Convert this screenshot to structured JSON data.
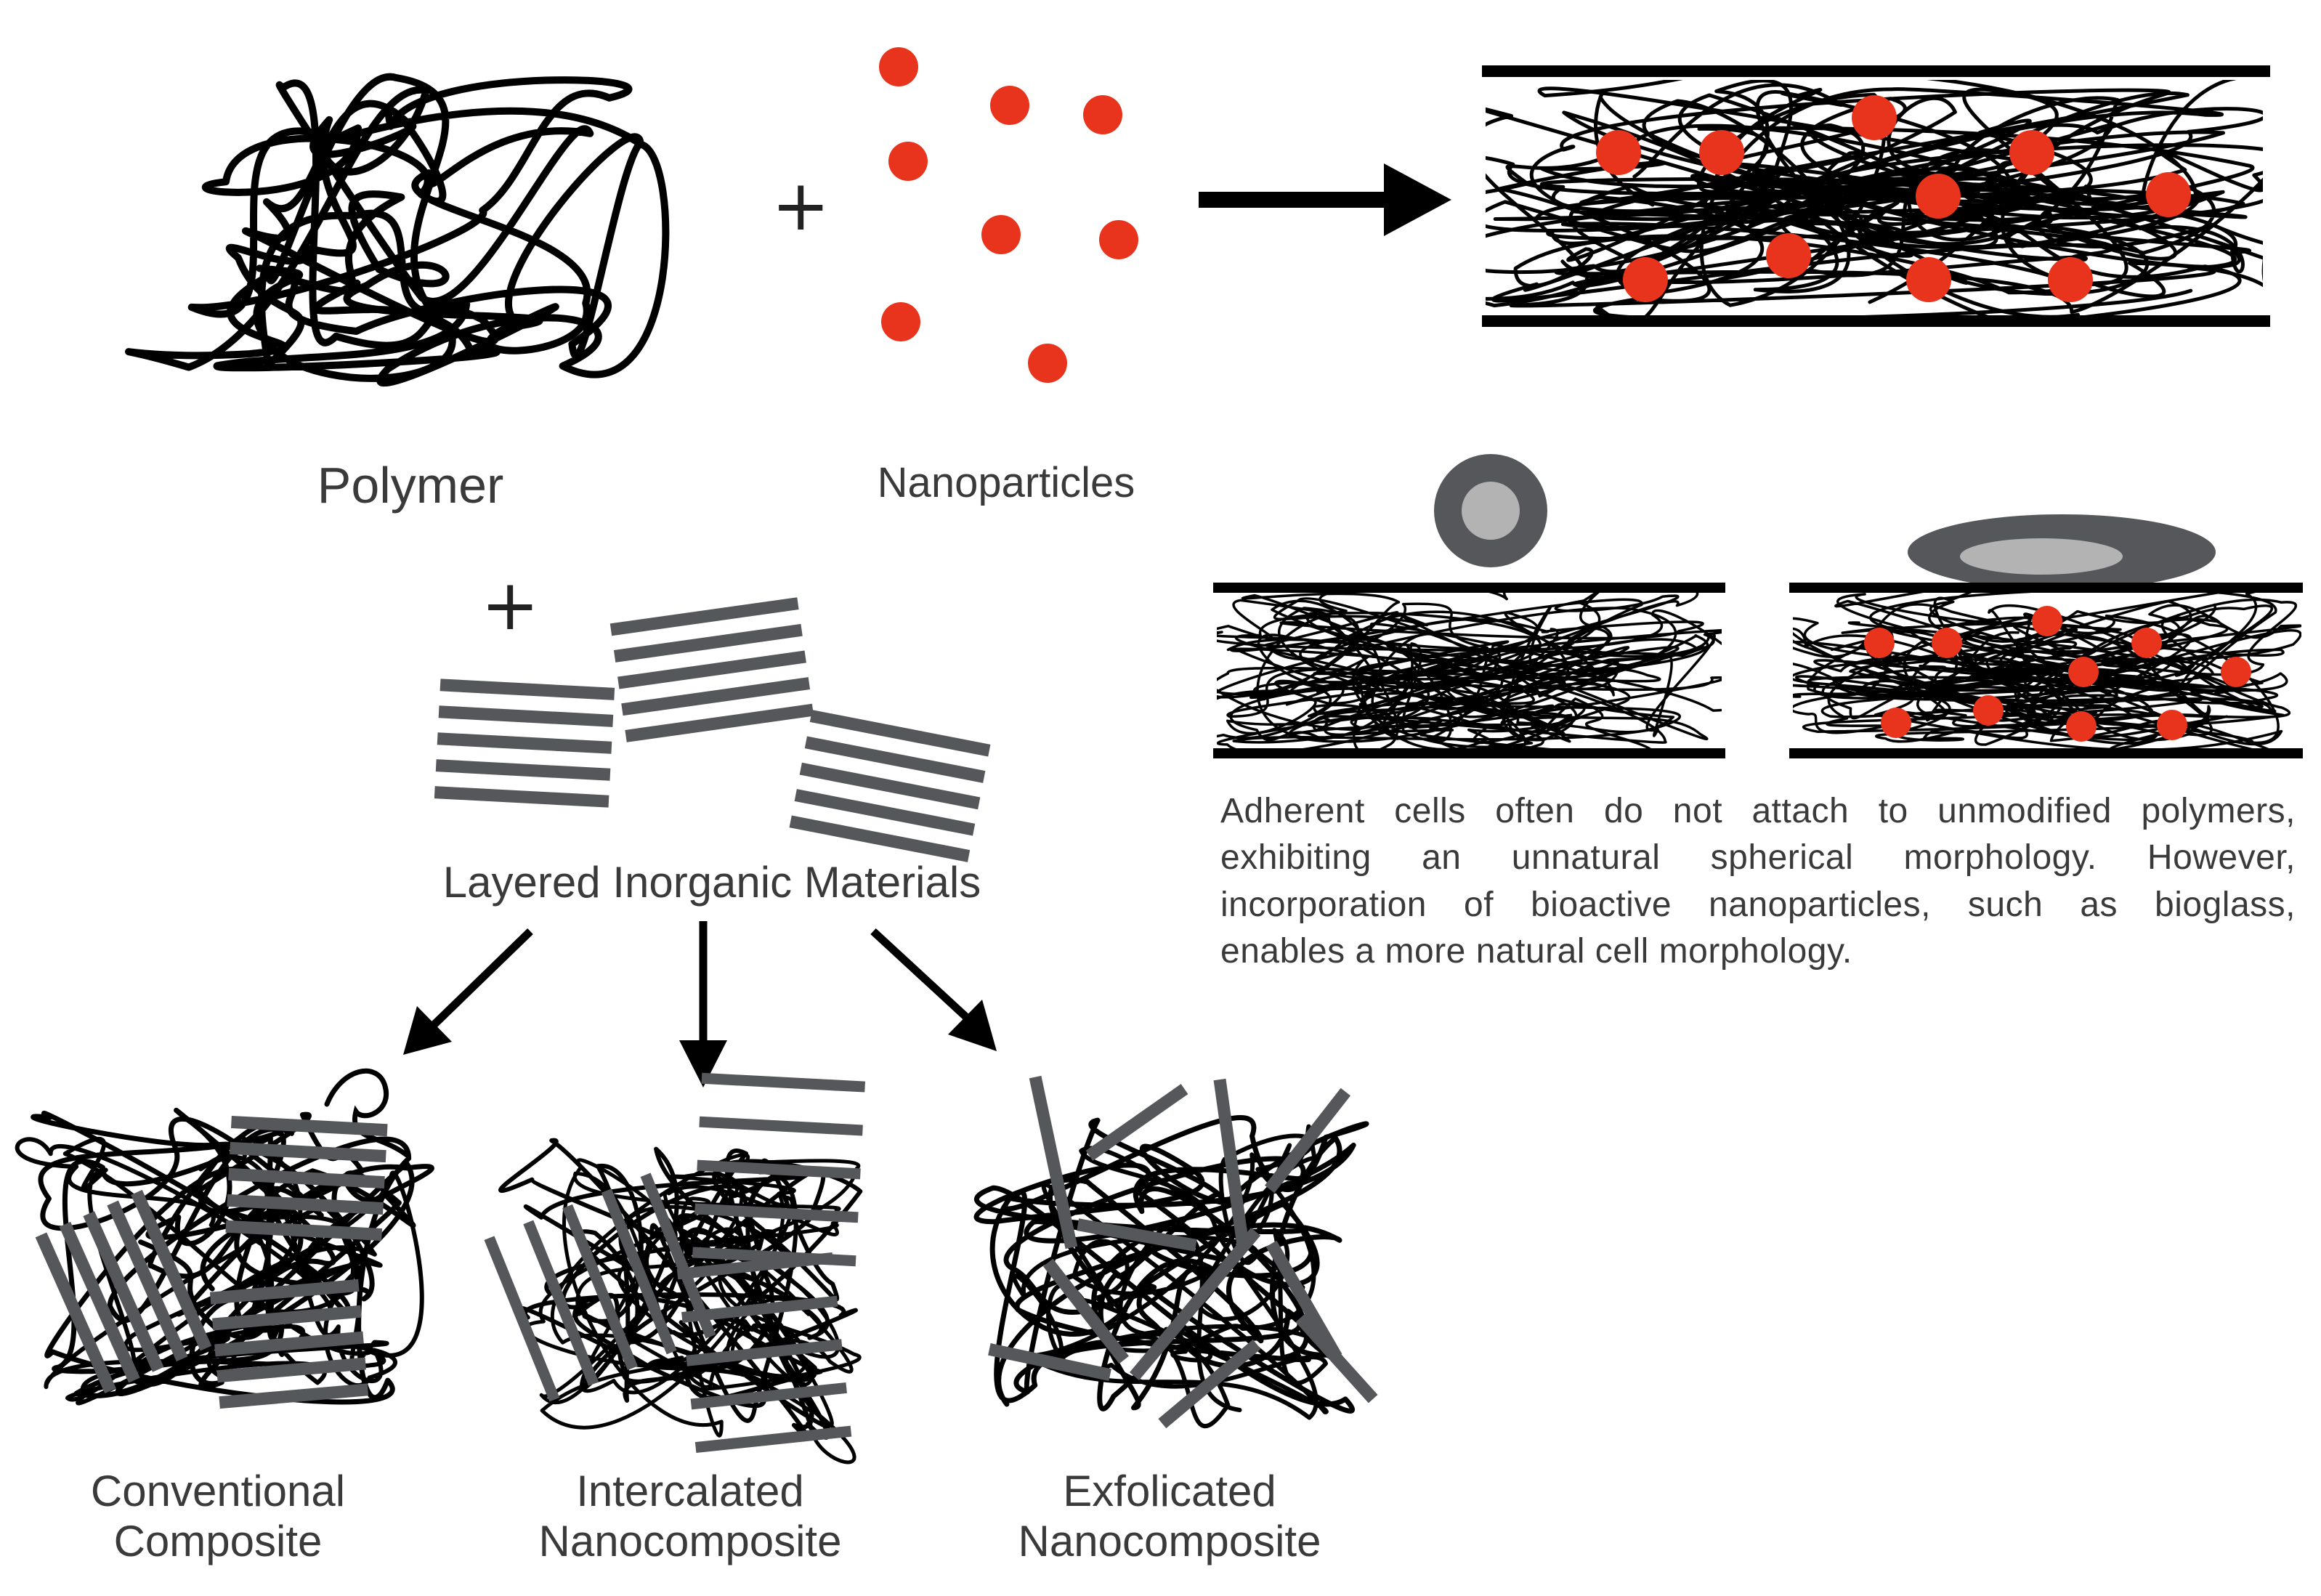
{
  "colors": {
    "polymer": "#000000",
    "nanoparticle": "#e8341c",
    "layer": "#55575b",
    "cell_outer": "#55575b",
    "cell_inner": "#b3b3b3",
    "text": "#3a3a3a"
  },
  "icons": {
    "plus": "+",
    "arrow": "arrow-icon"
  },
  "labels": {
    "polymer": "Polymer",
    "nanoparticles": "Nanoparticles",
    "layered": "Layered Inorganic Materials",
    "conventional_1": "Conventional",
    "conventional_2": "Composite",
    "intercalated_1": "Intercalated",
    "intercalated_2": "Nanocomposite",
    "exfoliated_1": "Exfolicated",
    "exfoliated_2": "Nanocomposite"
  },
  "caption": {
    "line1": "Adherent cells often do not attach to unmodified polymers,",
    "line2": "exhibiting an unnatural spherical morphology. However,",
    "line3": "incorporation of bioactive nanoparticles, such as bioglass,",
    "line4": "enables a more natural cell morphology."
  }
}
